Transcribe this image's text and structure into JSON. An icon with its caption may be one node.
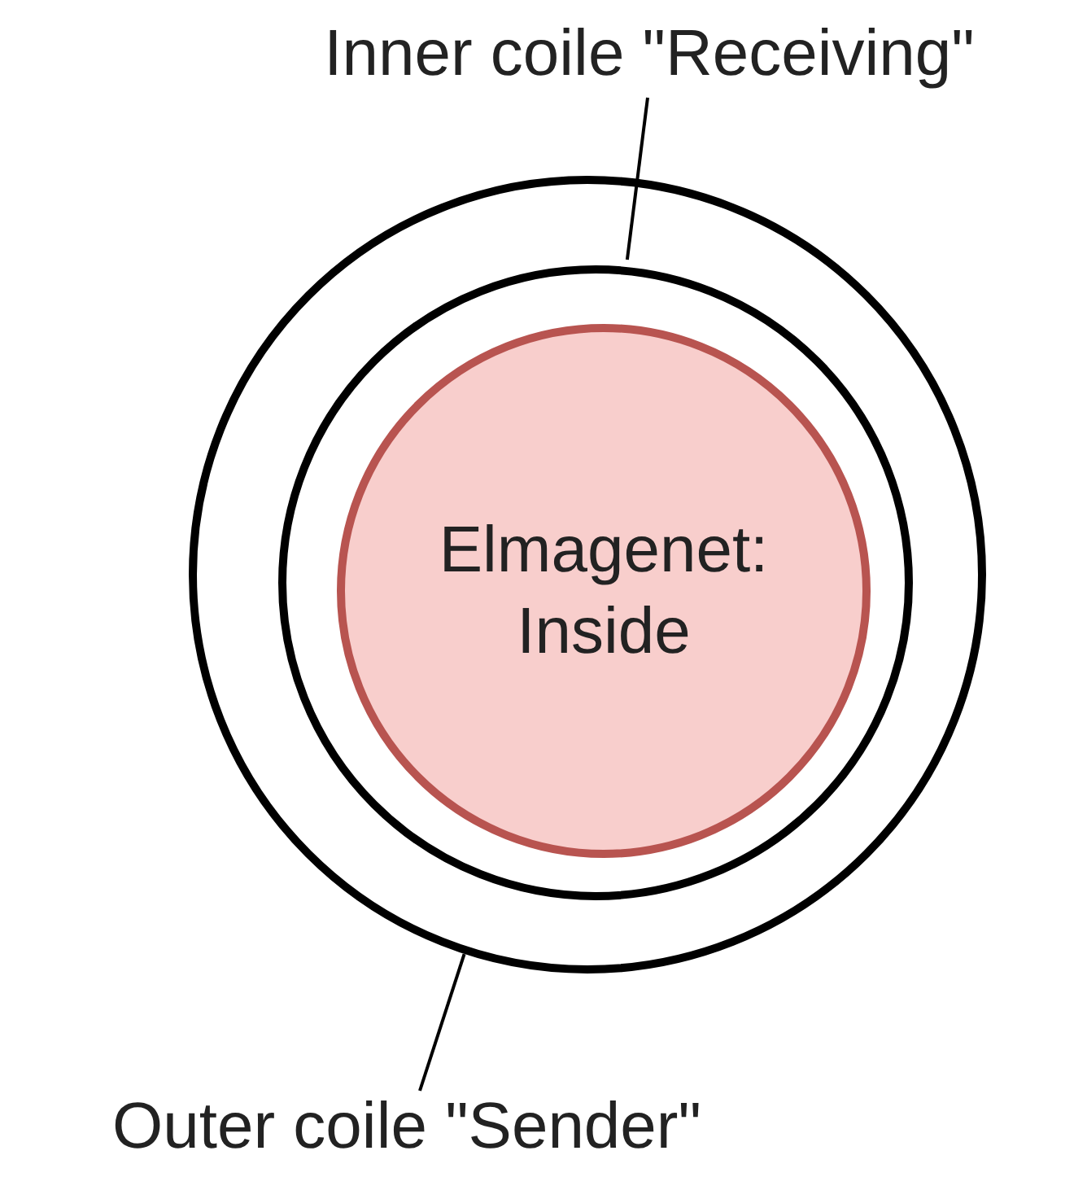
{
  "diagram": {
    "nodes": [
      {
        "text": [
          "Inner coile \"Receiving\""
        ]
      },
      {
        "text": [],
        "shape": "circle"
      },
      {
        "text": [],
        "shape": "circle",
        "in": 1
      },
      {
        "text": [
          "Elmagenet: Inside"
        ],
        "in": 2
      },
      {
        "text": [
          "Outer coile \"Sender\""
        ]
      }
    ],
    "edges": [
      {
        "from": 0,
        "to": 2,
        "arrow": "none"
      },
      {
        "from": 4,
        "to": 1,
        "arrow": "none"
      }
    ]
  }
}
